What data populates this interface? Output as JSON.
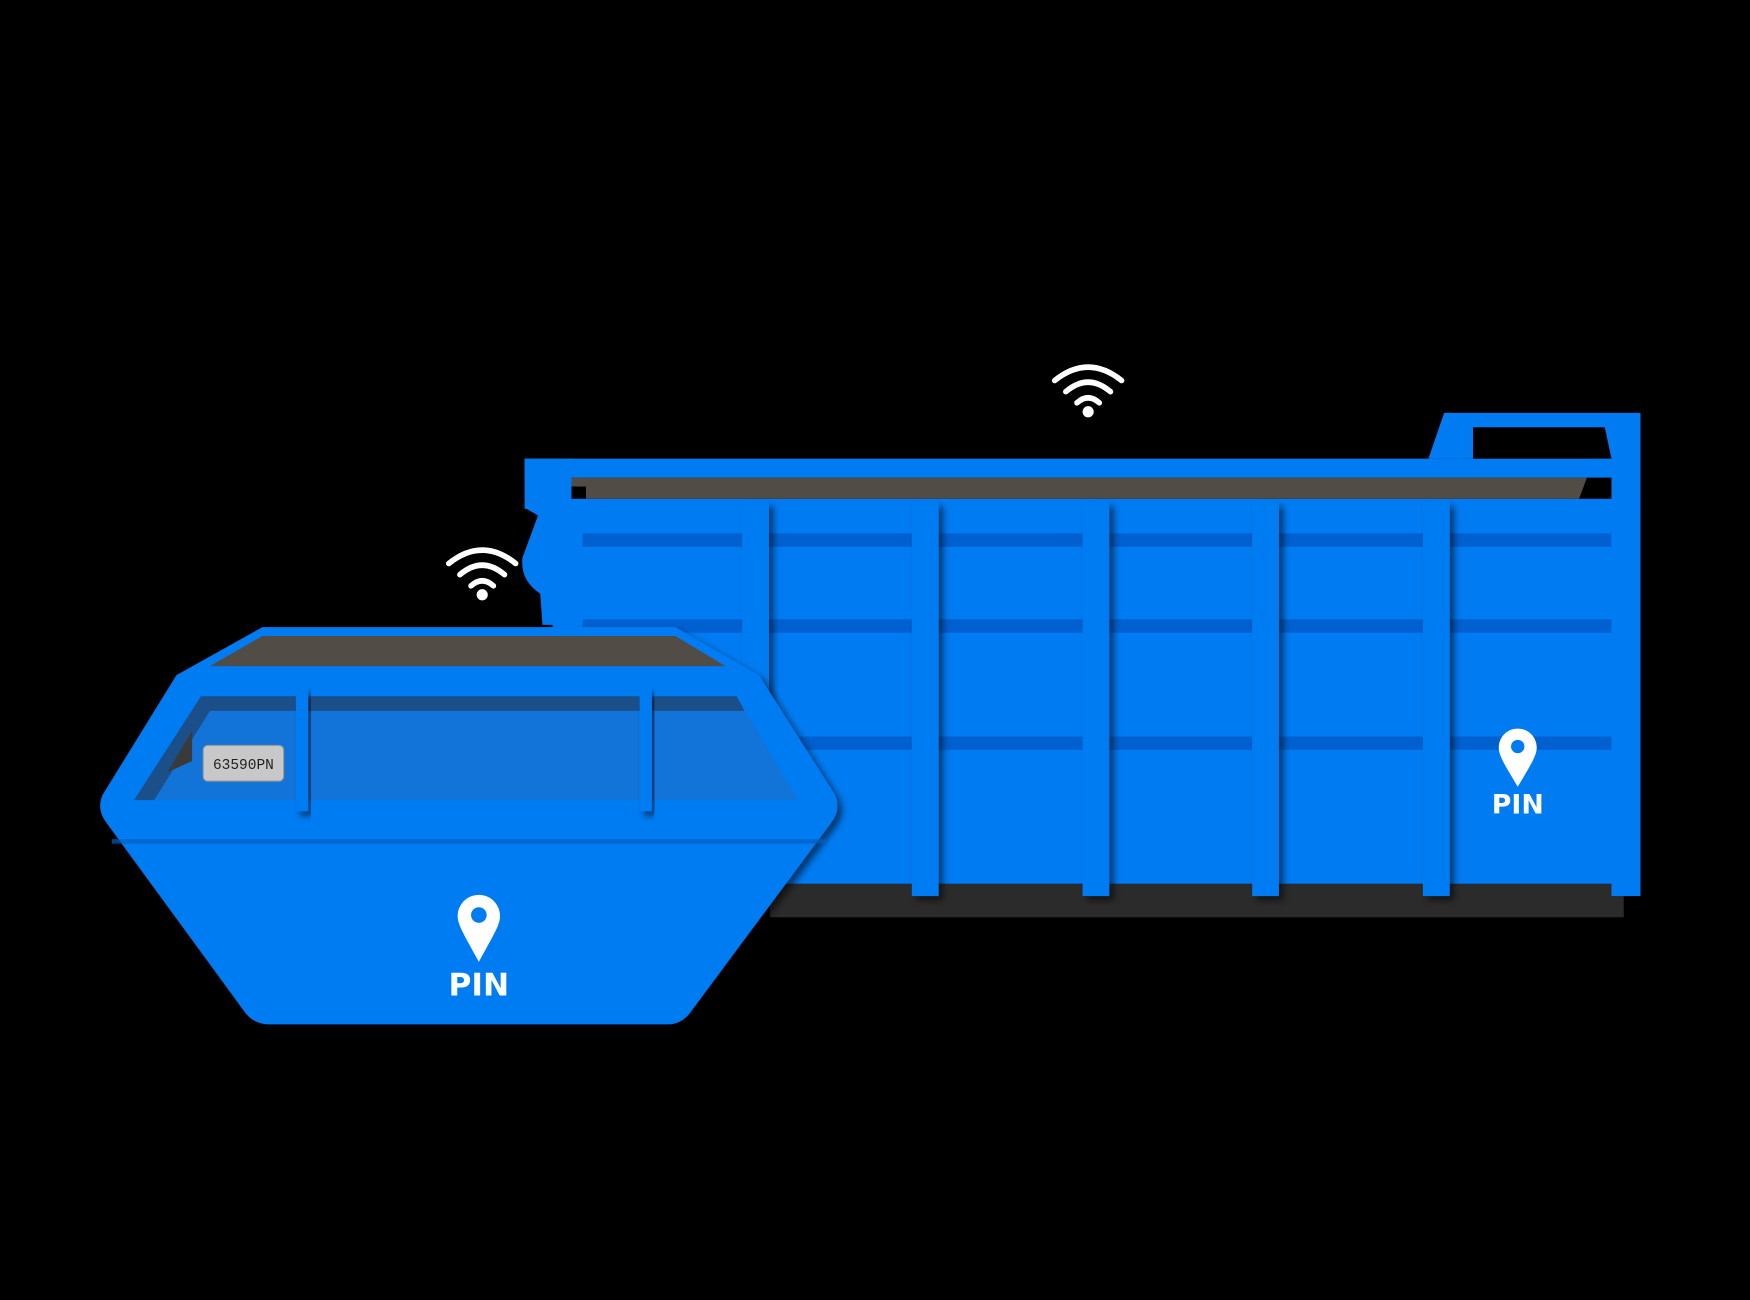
{
  "colors": {
    "background": "#000000",
    "container_blue": "#007bf2",
    "band_blue": "#0060d0",
    "inner_blue": "#1273d8",
    "lid_brown": "#524c47",
    "base_dark": "#2b2b2b",
    "plate_gray": "#c8c8c8",
    "icon_white": "#ffffff"
  },
  "large_container": {
    "icons": [
      "wifi-icon",
      "map-pin-icon"
    ],
    "pin_label": "PIN"
  },
  "skip_container": {
    "icons": [
      "wifi-icon",
      "map-pin-icon"
    ],
    "pin_label": "PIN",
    "plate_number": "63590PN"
  }
}
